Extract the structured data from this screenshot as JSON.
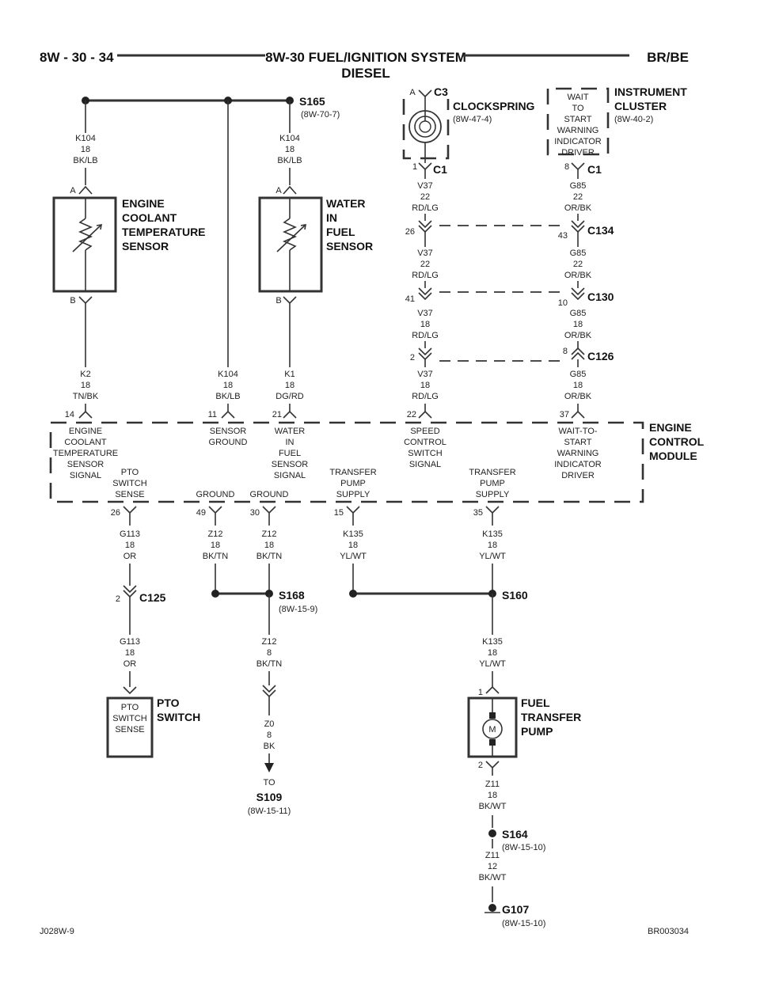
{
  "header": {
    "left": "8W - 30 - 34",
    "title": "8W-30 FUEL/IGNITION SYSTEM",
    "subtitle": "DIESEL",
    "right": "BR/BE"
  },
  "footer": {
    "left": "J028W-9",
    "right": "BR003034"
  },
  "splices": {
    "s165": {
      "name": "S165",
      "ref": "(8W-70-7)"
    },
    "s168": {
      "name": "S168",
      "ref": "(8W-15-9)"
    },
    "s160": {
      "name": "S160"
    },
    "s164": {
      "name": "S164",
      "ref": "(8W-15-10)"
    },
    "s109": {
      "to": "TO",
      "name": "S109",
      "ref": "(8W-15-11)"
    }
  },
  "ground": {
    "name": "G107",
    "ref": "(8W-15-10)"
  },
  "components": {
    "ect_sensor": {
      "l1": "ENGINE",
      "l2": "COOLANT",
      "l3": "TEMPERATURE",
      "l4": "SENSOR",
      "pin_a": "A",
      "pin_b": "B"
    },
    "wif_sensor": {
      "l1": "WATER",
      "l2": "IN",
      "l3": "FUEL",
      "l4": "SENSOR",
      "pin_a": "A",
      "pin_b": "B"
    },
    "clockspring": {
      "name": "CLOCKSPRING",
      "ref": "(8W-47-4)",
      "connector_top": "C3",
      "pin_top": "A",
      "connector_bottom": "C1",
      "pin_bottom": "1"
    },
    "cluster": {
      "l1": "INSTRUMENT",
      "l2": "CLUSTER",
      "ref": "(8W-40-2)",
      "inner": [
        "WAIT",
        "TO",
        "START",
        "WARNING",
        "INDICATOR",
        "DRIVER"
      ],
      "connector": "C1",
      "pin": "8"
    },
    "ecm": {
      "l1": "ENGINE",
      "l2": "CONTROL",
      "l3": "MODULE"
    },
    "pto_switch": {
      "l1": "PTO",
      "l2": "SWITCH",
      "inner": [
        "PTO",
        "SWITCH",
        "SENSE"
      ]
    },
    "fuel_pump": {
      "l1": "FUEL",
      "l2": "TRANSFER",
      "l3": "PUMP",
      "motor": "M",
      "pin_top": "1",
      "pin_bottom": "2"
    }
  },
  "wires": {
    "k104_left": [
      "K104",
      "18",
      "BK/LB"
    ],
    "k104_right": [
      "K104",
      "18",
      "BK/LB"
    ],
    "k104_mid": [
      "K104",
      "18",
      "BK/LB"
    ],
    "k2": [
      "K2",
      "18",
      "TN/BK"
    ],
    "k1": [
      "K1",
      "18",
      "DG/RD"
    ],
    "v37_a": [
      "V37",
      "22",
      "RD/LG"
    ],
    "v37_b": [
      "V37",
      "22",
      "RD/LG"
    ],
    "v37_c": [
      "V37",
      "18",
      "RD/LG"
    ],
    "v37_d": [
      "V37",
      "18",
      "RD/LG"
    ],
    "g85_a": [
      "G85",
      "22",
      "OR/BK"
    ],
    "g85_b": [
      "G85",
      "22",
      "OR/BK"
    ],
    "g85_c": [
      "G85",
      "18",
      "OR/BK"
    ],
    "g85_d": [
      "G85",
      "18",
      "OR/BK"
    ],
    "g113_a": [
      "G113",
      "18",
      "OR"
    ],
    "g113_b": [
      "G113",
      "18",
      "OR"
    ],
    "z12_a": [
      "Z12",
      "18",
      "BK/TN"
    ],
    "z12_b": [
      "Z12",
      "18",
      "BK/TN"
    ],
    "z12_c": [
      "Z12",
      "8",
      "BK/TN"
    ],
    "z0": [
      "Z0",
      "8",
      "BK"
    ],
    "k135_a": [
      "K135",
      "18",
      "YL/WT"
    ],
    "k135_b": [
      "K135",
      "18",
      "YL/WT"
    ],
    "k135_c": [
      "K135",
      "18",
      "YL/WT"
    ],
    "z11_a": [
      "Z11",
      "18",
      "BK/WT"
    ],
    "z11_b": [
      "Z11",
      "12",
      "BK/WT"
    ]
  },
  "connectors": {
    "c134": {
      "name": "C134",
      "pin_left": "26",
      "pin_right": "43"
    },
    "c130": {
      "name": "C130",
      "pin_left": "41",
      "pin_right": "10"
    },
    "c126": {
      "name": "C126",
      "pin_left": "2",
      "pin_right": "8"
    },
    "c125": {
      "name": "C125",
      "pin": "2"
    }
  },
  "ecm_pins": {
    "p14": "14",
    "p11": "11",
    "p21": "21",
    "p22": "22",
    "p37": "37",
    "p26": "26",
    "p49": "49",
    "p30": "30",
    "p15": "15",
    "p35": "35"
  },
  "ecm_labels": {
    "ect": [
      "ENGINE",
      "COOLANT",
      "TEMPERATURE",
      "SENSOR",
      "SIGNAL"
    ],
    "sensor_ground": [
      "SENSOR",
      "GROUND"
    ],
    "wif": [
      "WATER",
      "IN",
      "FUEL",
      "SENSOR",
      "SIGNAL"
    ],
    "speed": [
      "SPEED",
      "CONTROL",
      "SWITCH",
      "SIGNAL"
    ],
    "wait": [
      "WAIT-TO-",
      "START",
      "WARNING",
      "INDICATOR",
      "DRIVER"
    ],
    "pto": [
      "PTO",
      "SWITCH",
      "SENSE"
    ],
    "ground1": [
      "GROUND"
    ],
    "ground2": [
      "GROUND"
    ],
    "tp1": [
      "TRANSFER",
      "PUMP",
      "SUPPLY"
    ],
    "tp2": [
      "TRANSFER",
      "PUMP",
      "SUPPLY"
    ]
  }
}
